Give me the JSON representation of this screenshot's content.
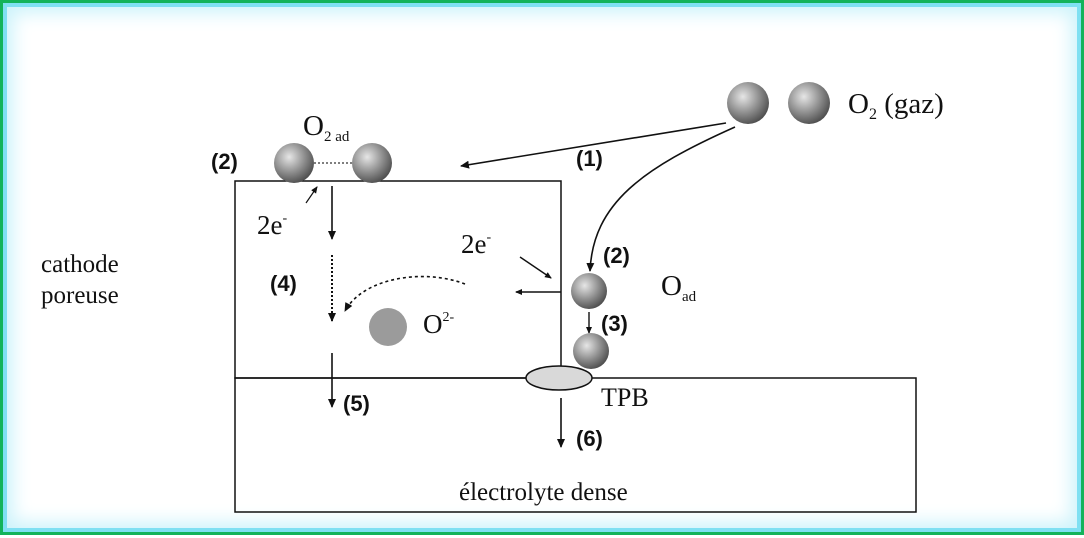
{
  "labels": {
    "o2_gas": "O",
    "o2_gas_sub": "2",
    "o2_gas_suffix": " (gaz)",
    "o2_ad": "O",
    "o2_ad_sub": "2 ad",
    "step1": "(1)",
    "step2_top": "(2)",
    "step2_right": "(2)",
    "step3": "(3)",
    "step4": "(4)",
    "step5": "(5)",
    "step6": "(6)",
    "electrons_left": "2e",
    "electrons_left_sup": "-",
    "electrons_right": "2e",
    "electrons_right_sup": "-",
    "o_ad": "O",
    "o_ad_sub": "ad",
    "oxide_ion": "O",
    "oxide_ion_sup": "2-",
    "cathode_line1": "cathode",
    "cathode_line2": "poreuse",
    "tpb": "TPB",
    "electrolyte": "électrolyte dense"
  },
  "colors": {
    "frame_border": "#13b35a",
    "frame_glow": "#7fe0f2",
    "atom_fill": "#8a8a8a",
    "oxide_fill": "#9b9b9b",
    "tpb_fill": "#d9d9d9"
  }
}
